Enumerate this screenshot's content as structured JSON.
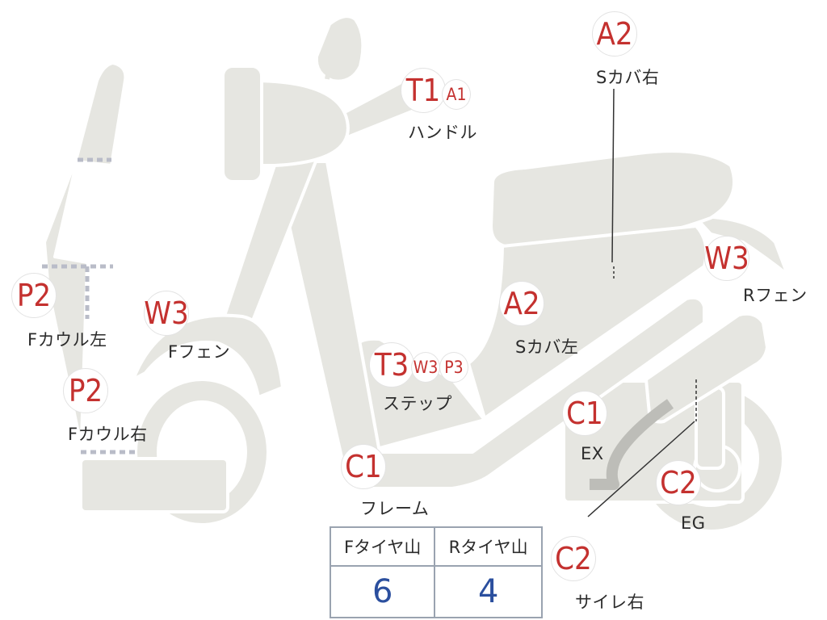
{
  "colors": {
    "body": "#e6e6e1",
    "outline": "#ffffff",
    "badge_text": "#c4312f",
    "value_text": "#2b4f9e",
    "table_border": "#9aa3b0"
  },
  "parts": {
    "s_cover_right": {
      "code": "A2",
      "label": "Sカバ右"
    },
    "handle": {
      "codes": [
        "T1",
        "A1"
      ],
      "label": "ハンドル"
    },
    "f_cowl_left": {
      "code": "P2",
      "label": "Fカウル左"
    },
    "f_fender": {
      "code": "W3",
      "label": "Fフェン"
    },
    "f_cowl_right": {
      "code": "P2",
      "label": "Fカウル右"
    },
    "r_fender": {
      "code": "W3",
      "label": "Rフェン"
    },
    "s_cover_left": {
      "code": "A2",
      "label": "Sカバ左"
    },
    "step": {
      "codes": [
        "T3",
        "W3",
        "P3"
      ],
      "label": "ステップ"
    },
    "ex": {
      "code": "C1",
      "label": "EX"
    },
    "frame": {
      "code": "C1",
      "label": "フレーム"
    },
    "eg": {
      "code": "C2",
      "label": "EG"
    },
    "silencer_right": {
      "code": "C2",
      "label": "サイレ右"
    }
  },
  "tire_tread": {
    "headers": [
      "Fタイヤ山",
      "Rタイヤ山"
    ],
    "values": [
      "6",
      "4"
    ]
  }
}
